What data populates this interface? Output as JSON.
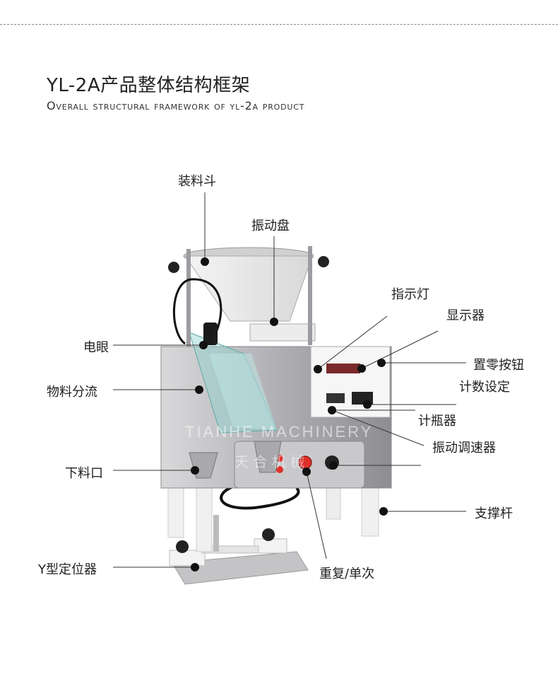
{
  "title": {
    "cn": "YL-2A产品整体结构框架",
    "en": "Overall structural framework of yl-2a product"
  },
  "watermark": "TIANHE MACHINERY",
  "watermark_cn": "天 合 机 械",
  "labels": {
    "hopper": "装料斗",
    "vibration_plate": "振动盘",
    "indicator_light": "指示灯",
    "display": "显示器",
    "zero_button": "置零按钮",
    "count_setting": "计数设定",
    "bottle_counter": "计瓶器",
    "vibration_speed": "振动调速器",
    "support_rod": "支撑杆",
    "repeat_single": "重复/单次",
    "electric_eye": "电眼",
    "material_split": "物料分流",
    "discharge_port": "下料口",
    "y_positioner": "Y型定位器"
  },
  "colors": {
    "line": "#333333",
    "steel": "#b9b9bb",
    "steel_dark": "#8c8c90",
    "white_part": "#f2f2f2",
    "accent_red": "#e0302a",
    "glass": "#8fd3d0"
  }
}
